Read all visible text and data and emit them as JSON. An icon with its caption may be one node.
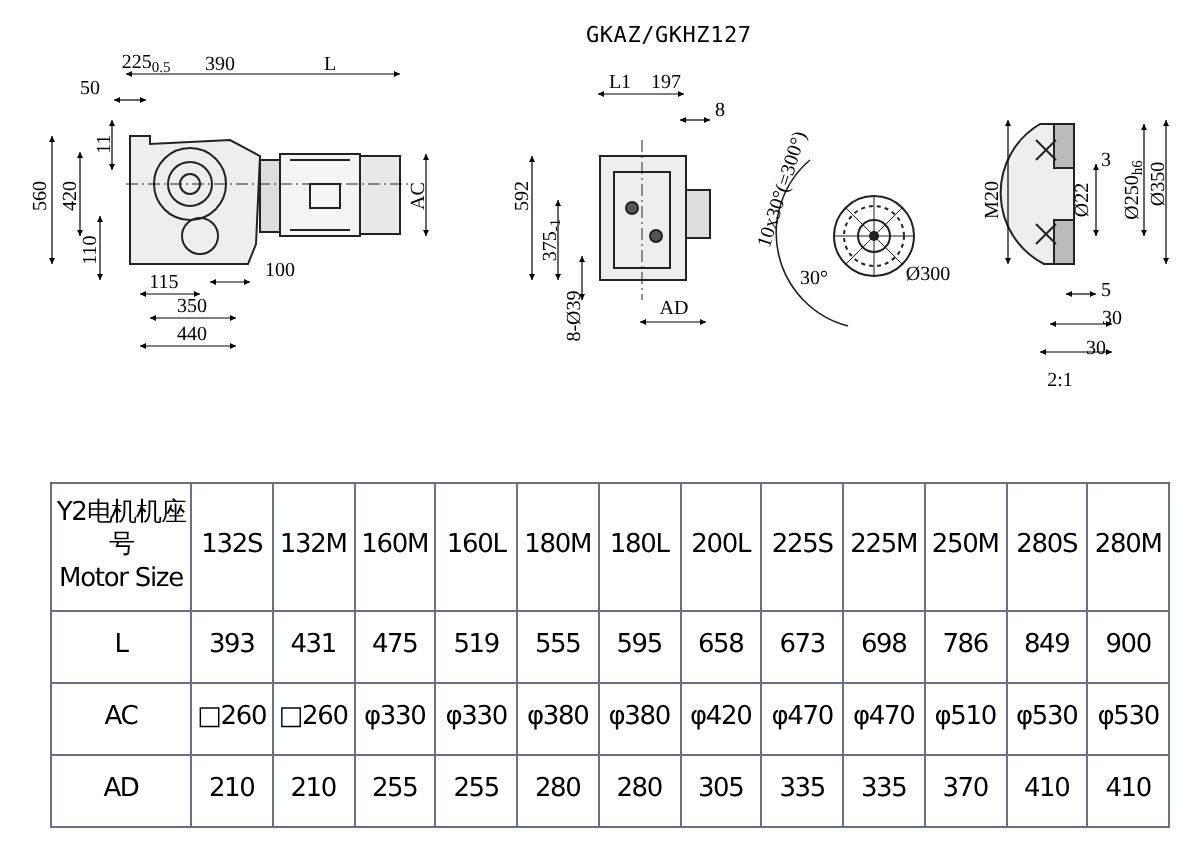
{
  "diagram": {
    "title": "GKAZ/GKHZ127",
    "labels": [
      "225$_{0.5}$",
      "390",
      "L",
      "50",
      "11",
      "560",
      "420",
      "110",
      "AC",
      "115",
      "100",
      "350",
      "440",
      "L1",
      "197",
      "8",
      "592",
      "375$_{-1}$",
      "8-Ø39",
      "AD",
      "10x30°(=300°)",
      "30°",
      "Ø300",
      "3",
      "M20",
      "Ø22",
      "Ø250$_{h6}$",
      "Ø350",
      "5",
      "30",
      "30",
      "2:1",
      "Y2电机机座号",
      "Motor Size",
      "132S",
      "132M",
      "160M",
      "160L",
      "180M",
      "180L",
      "200L",
      "225S",
      "225M",
      "250M",
      "280S",
      "280M",
      "L",
      "393",
      "431",
      "475",
      "519",
      "555",
      "595",
      "658",
      "673",
      "698",
      "786",
      "849",
      "900",
      "AC",
      "□260",
      "□260",
      "φ330",
      "φ330",
      "φ380",
      "φ380",
      "φ420",
      "φ470",
      "φ470",
      "φ510",
      "φ530",
      "φ530",
      "AD",
      "210",
      "210",
      "255",
      "255",
      "280",
      "280",
      "305",
      "335",
      "335",
      "370",
      "410",
      "410"
    ]
  }
}
